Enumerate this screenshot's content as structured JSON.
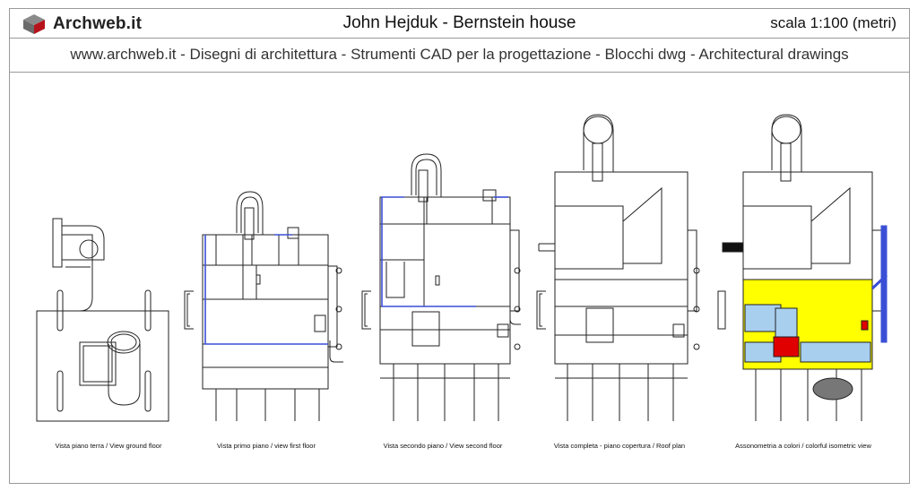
{
  "header": {
    "brand": "Archweb.it",
    "title": "John Hejduk - Bernstein house",
    "scale": "scala 1:100 (metri)"
  },
  "subheader": {
    "tagline": "www.archweb.it  -   Disegni di architettura - Strumenti CAD  per la progettazione - Blocchi dwg  -  Architectural drawings"
  },
  "views": [
    {
      "caption": "Vista piano terra  / View ground floor"
    },
    {
      "caption": "Vista primo piano / view first floor"
    },
    {
      "caption": "Vista secondo piano / View second floor"
    },
    {
      "caption": "Vista completa - piano copertura  / Roof plan"
    },
    {
      "caption": "Assonometria a colori  / colorful isometric view"
    }
  ],
  "colors": {
    "accent_blue": "#3a4fd6",
    "yellow": "#ffff00",
    "light_blue": "#a9cfee",
    "red": "#e00000",
    "logo_red": "#b5121b",
    "logo_grey": "#6b6b6b"
  }
}
